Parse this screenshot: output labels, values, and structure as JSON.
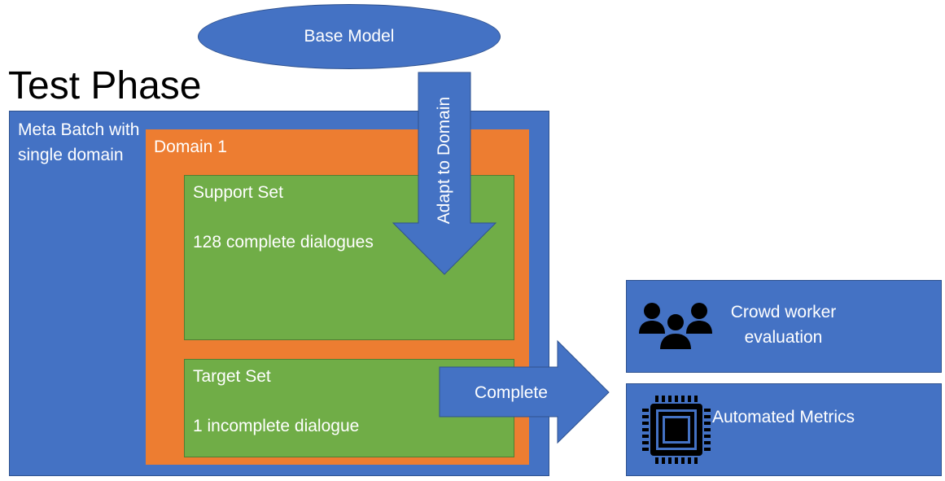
{
  "title": "Test Phase",
  "base_model": "Base Model",
  "meta_batch": {
    "label": "Meta Batch with single domain"
  },
  "domain": {
    "label": "Domain 1"
  },
  "support_set": {
    "title": "Support Set",
    "description": "128 complete dialogues"
  },
  "target_set": {
    "title": "Target Set",
    "description": "1 incomplete dialogue"
  },
  "arrows": {
    "adapt": "Adapt to Domain",
    "complete": "Complete"
  },
  "outputs": {
    "crowd": {
      "label": "Crowd worker evaluation",
      "icon": "people-group-icon"
    },
    "automated": {
      "label": "Automated Metrics",
      "icon": "processor-chip-icon"
    }
  },
  "colors": {
    "blue": "#4472C4",
    "orange": "#ED7D31",
    "green": "#70AD47",
    "dark": "#000000"
  }
}
